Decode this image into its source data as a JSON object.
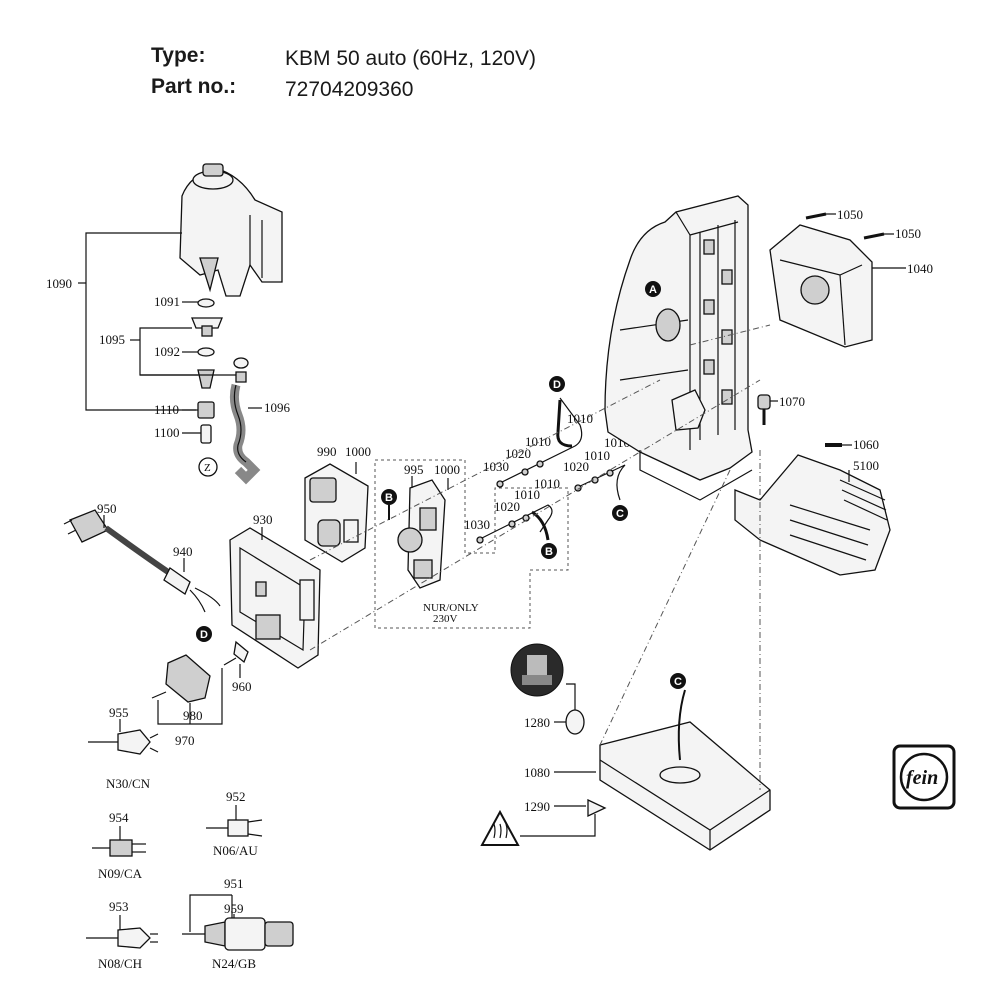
{
  "header": {
    "type_label": "Type:",
    "type_value": "KBM 50 auto (60Hz, 120V)",
    "part_label": "Part no.:",
    "part_value": "72704209360"
  },
  "callouts": {
    "p1090": "1090",
    "p1091": "1091",
    "p1095": "1095",
    "p1092": "1092",
    "p1110": "1110",
    "p1100": "1100",
    "p1096": "1096",
    "pZ": "Z",
    "p950": "950",
    "p940": "940",
    "p930": "930",
    "p990": "990",
    "p1000a": "1000",
    "p995": "995",
    "p1000b": "1000",
    "p1030a": "1030",
    "p1020a": "1020",
    "p1010a": "1010",
    "p1010b": "1010",
    "p1010c": "1010",
    "p1010d": "1010",
    "p1020b": "1020",
    "p1030b": "1030",
    "p1020c": "1020",
    "p1010e": "1010",
    "p1010f": "1010",
    "p960": "960",
    "p980": "980",
    "p970": "970",
    "p1050a": "1050",
    "p1050b": "1050",
    "p1040": "1040",
    "p1070": "1070",
    "p1060": "1060",
    "p5100": "5100",
    "p1280": "1280",
    "p1080": "1080",
    "p1290": "1290",
    "p955": "955",
    "p952": "952",
    "p954": "954",
    "p953": "953",
    "p951": "951",
    "p959": "959"
  },
  "markers": {
    "A": "A",
    "B1": "B",
    "B2": "B",
    "C1": "C",
    "C2": "C",
    "D1": "D",
    "D2": "D"
  },
  "notes": {
    "only_line1": "NUR/ONLY",
    "only_line2": "230V"
  },
  "plug_variants": {
    "n30": "N30/CN",
    "n06": "N06/AU",
    "n09": "N09/CA",
    "n08": "N08/CH",
    "n24": "N24/GB"
  },
  "logo": {
    "brand": "fein"
  }
}
